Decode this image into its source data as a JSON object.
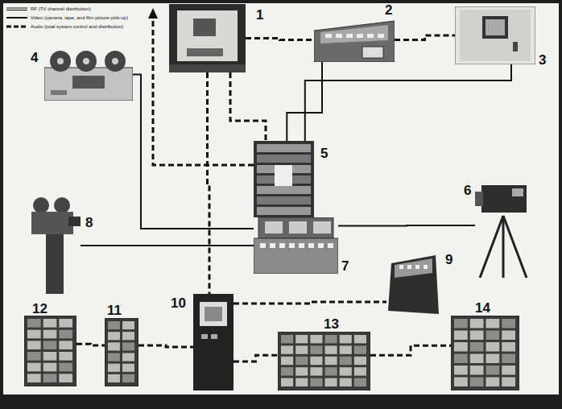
{
  "diagram": {
    "nodes": [
      {
        "text": [
          "1"
        ]
      },
      {
        "text": [
          "2"
        ]
      },
      {
        "text": [
          "3"
        ]
      },
      {
        "text": [
          "4"
        ]
      },
      {
        "text": [
          "5"
        ]
      },
      {
        "text": [
          "6"
        ]
      },
      {
        "text": [
          "7"
        ]
      },
      {
        "text": [
          "8"
        ]
      },
      {
        "text": [
          "9"
        ]
      },
      {
        "text": [
          "10"
        ]
      },
      {
        "text": [
          "11"
        ]
      },
      {
        "text": [
          "12"
        ]
      },
      {
        "text": [
          "13"
        ]
      },
      {
        "text": [
          "14"
        ]
      }
    ],
    "edges": [
      {
        "from": 0,
        "to": 1,
        "arrow": "none"
      },
      {
        "from": 1,
        "to": 2,
        "arrow": "none"
      },
      {
        "from": 0,
        "to": 4,
        "arrow": "none"
      },
      {
        "from": 1,
        "to": 4,
        "arrow": "none"
      },
      {
        "from": 2,
        "to": 4,
        "arrow": "none"
      },
      {
        "from": 3,
        "to": 6,
        "arrow": "none"
      },
      {
        "from": 5,
        "to": 6,
        "arrow": "none"
      },
      {
        "from": 7,
        "to": 6,
        "arrow": "none"
      },
      {
        "from": 0,
        "to": 9,
        "arrow": "none"
      },
      {
        "from": 9,
        "to": 8,
        "arrow": "none"
      },
      {
        "from": 11,
        "to": 10,
        "arrow": "none"
      },
      {
        "from": 10,
        "to": 9,
        "arrow": "none"
      },
      {
        "from": 9,
        "to": 12,
        "arrow": "none"
      },
      {
        "from": 12,
        "to": 13,
        "arrow": "none"
      }
    ],
    "legend": [
      {
        "text": "RF (TV channel distribution)"
      },
      {
        "text": "Video (camera, tape, and film picture pick-up)"
      },
      {
        "text": "Audio (total system control and distribution)"
      }
    ]
  }
}
